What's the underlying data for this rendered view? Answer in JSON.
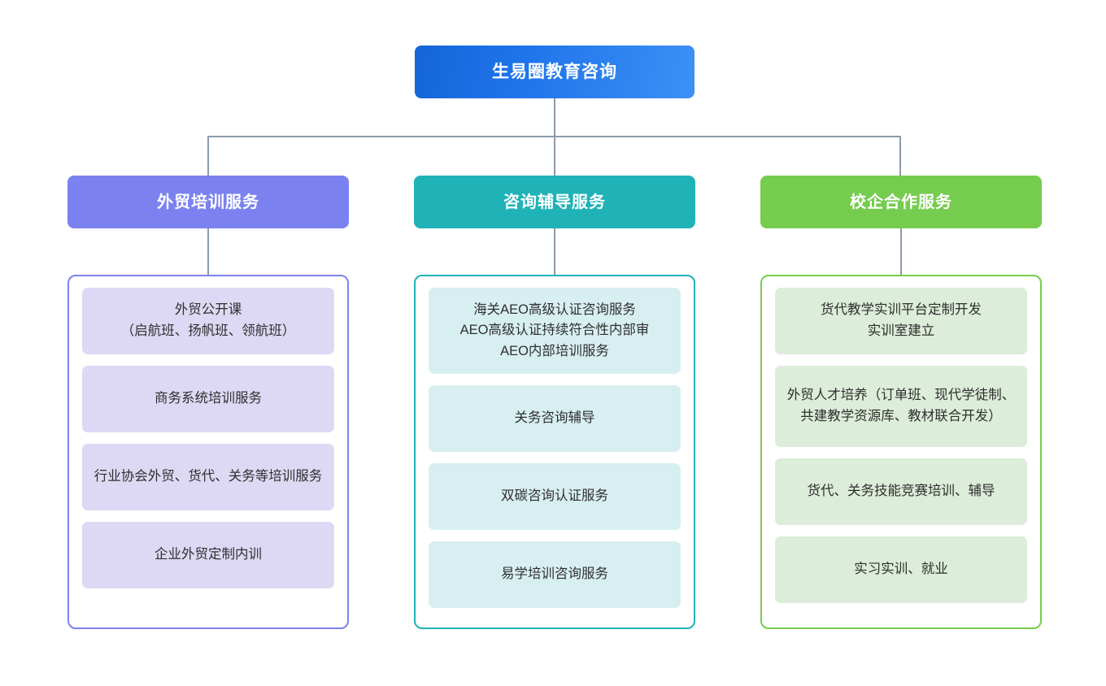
{
  "diagram": {
    "type": "organizational-tree",
    "orientation": "top-down",
    "root": {
      "label": "生易圈教育咨询",
      "color_start": "#1565d8",
      "color_end": "#3d90f5",
      "text_color": "#ffffff"
    },
    "connector_color": "#8d9aab",
    "branches": [
      {
        "id": "training",
        "header": "外贸培训服务",
        "header_color": "#7b82f0",
        "border_color": "#7b82f0",
        "card_color": "#ddd9f4",
        "items": [
          {
            "label": "外贸公开课\n（启航班、扬帆班、领航班）",
            "size": "normal"
          },
          {
            "label": "商务系统培训服务",
            "size": "normal"
          },
          {
            "label": "行业协会外贸、货代、关务等培训服务",
            "size": "normal"
          },
          {
            "label": "企业外贸定制内训",
            "size": "normal"
          }
        ]
      },
      {
        "id": "consulting",
        "header": "咨询辅导服务",
        "header_color": "#1fb3b8",
        "border_color": "#1fb3b8",
        "card_color": "#d8eff1",
        "items": [
          {
            "label": "海关AEO高级认证咨询服务\nAEO高级认证持续符合性内部审\nAEO内部培训服务",
            "size": "tall"
          },
          {
            "label": "关务咨询辅导",
            "size": "normal"
          },
          {
            "label": "双碳咨询认证服务",
            "size": "normal"
          },
          {
            "label": "易学培训咨询服务",
            "size": "normal"
          }
        ]
      },
      {
        "id": "school-enterprise",
        "header": "校企合作服务",
        "header_color": "#76cc4e",
        "border_color": "#76cc4e",
        "card_color": "#dcedd9",
        "items": [
          {
            "label": "货代教学实训平台定制开发\n实训室建立",
            "size": "normal"
          },
          {
            "label": "外贸人才培养（订单班、现代学徒制、共建教学资源库、教材联合开发）",
            "size": "tall"
          },
          {
            "label": "货代、关务技能竞赛培训、辅导",
            "size": "normal"
          },
          {
            "label": "实习实训、就业",
            "size": "normal"
          }
        ]
      }
    ]
  }
}
